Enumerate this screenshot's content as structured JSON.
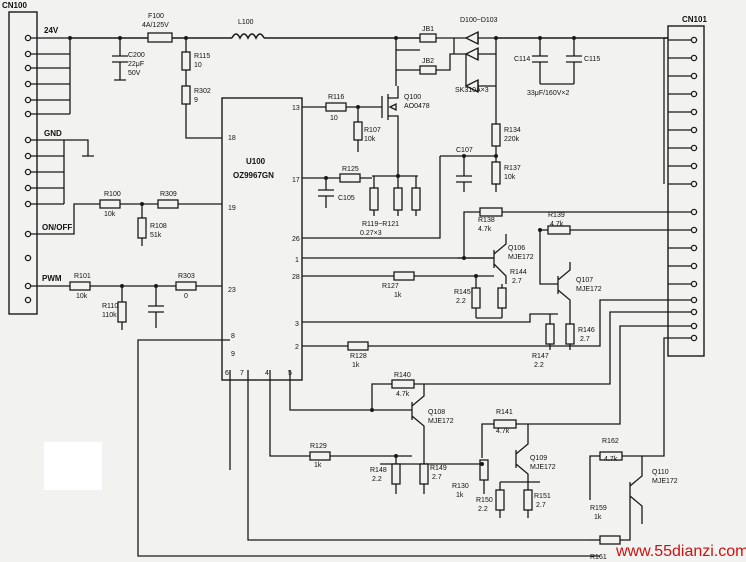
{
  "connectors": {
    "cn100": "CN100",
    "cn101": "CN101"
  },
  "nets": {
    "v24": "24V",
    "gnd": "GND",
    "on_off": "ON/OFF",
    "pwm": "PWM"
  },
  "ic": {
    "ref": "U100",
    "part": "OZ9967GN",
    "pins": {
      "p13": "13",
      "p18": "18",
      "p17": "17",
      "p19": "19",
      "p26": "26",
      "p1": "1",
      "p28": "28",
      "p3": "3",
      "p2": "2",
      "p23": "23",
      "p8": "8",
      "p9": "9",
      "p6": "6",
      "p7": "7",
      "p4": "4",
      "p5": "5"
    }
  },
  "parts": {
    "f100": "F100",
    "f100_val": "4A/125V",
    "l100": "L100",
    "c200": "C200",
    "c200_v1": "22μF",
    "c200_v2": "50V",
    "r115": "R115",
    "r115_val": "10",
    "r302": "R302",
    "r302_val": "9",
    "jb1": "JB1",
    "jb2": "JB2",
    "d100": "D100~D103",
    "sk310": "SK310A×3",
    "c114": "C114",
    "c115": "C115",
    "c_val": "33μF/160V×2",
    "r116": "R116",
    "r116_val": "10",
    "q100": "Q100",
    "q100_val": "AO0478",
    "r107": "R107",
    "r107_val": "10k",
    "r134": "R134",
    "r134_val": "220k",
    "c107": "C107",
    "r137": "R137",
    "r137_val": "10k",
    "r125": "R125",
    "c105": "C105",
    "r119": "R119~R121",
    "r119_val": "0.27×3",
    "r100": "R100",
    "r100_val": "10k",
    "r309": "R309",
    "r108": "R108",
    "r108_val": "51k",
    "r101": "R101",
    "r101_val": "10k",
    "r303": "R303",
    "r303_val": "0",
    "r110": "R110",
    "r110_val": "110k",
    "r138": "R138",
    "r138_val": "4.7k",
    "q106": "Q106",
    "q106_val": "MJE172",
    "r139": "R139",
    "r139_val": "4.7k",
    "r127": "R127",
    "r127_val": "1k",
    "r145": "R145",
    "r145_val": "2.2",
    "r144": "R144",
    "r144_val": "2.7",
    "q107": "Q107",
    "q107_val": "MJE172",
    "r146": "R146",
    "r146_val": "2.7",
    "r147": "R147",
    "r147_val": "2.2",
    "r128": "R128",
    "r128_val": "1k",
    "r140": "R140",
    "r140_val": "4.7k",
    "q108": "Q108",
    "q108_val": "MJE172",
    "r141": "R141",
    "r141_val": "4.7k",
    "r129": "R129",
    "r129_val": "1k",
    "r148": "R148",
    "r148_val": "2.2",
    "r149": "R149",
    "r149_val": "2.7",
    "q109": "Q109",
    "q109_val": "MJE172",
    "r130": "R130",
    "r130_val": "1k",
    "r150": "R150",
    "r150_val": "2.2",
    "r151": "R151",
    "r151_val": "2.7",
    "r162": "R162",
    "r162_val": "4.7k",
    "q110": "Q110",
    "q110_val": "MJE172",
    "r159": "R159",
    "r159_val": "1k",
    "r161": "R161"
  },
  "watermark": "www.55dianzi.com"
}
